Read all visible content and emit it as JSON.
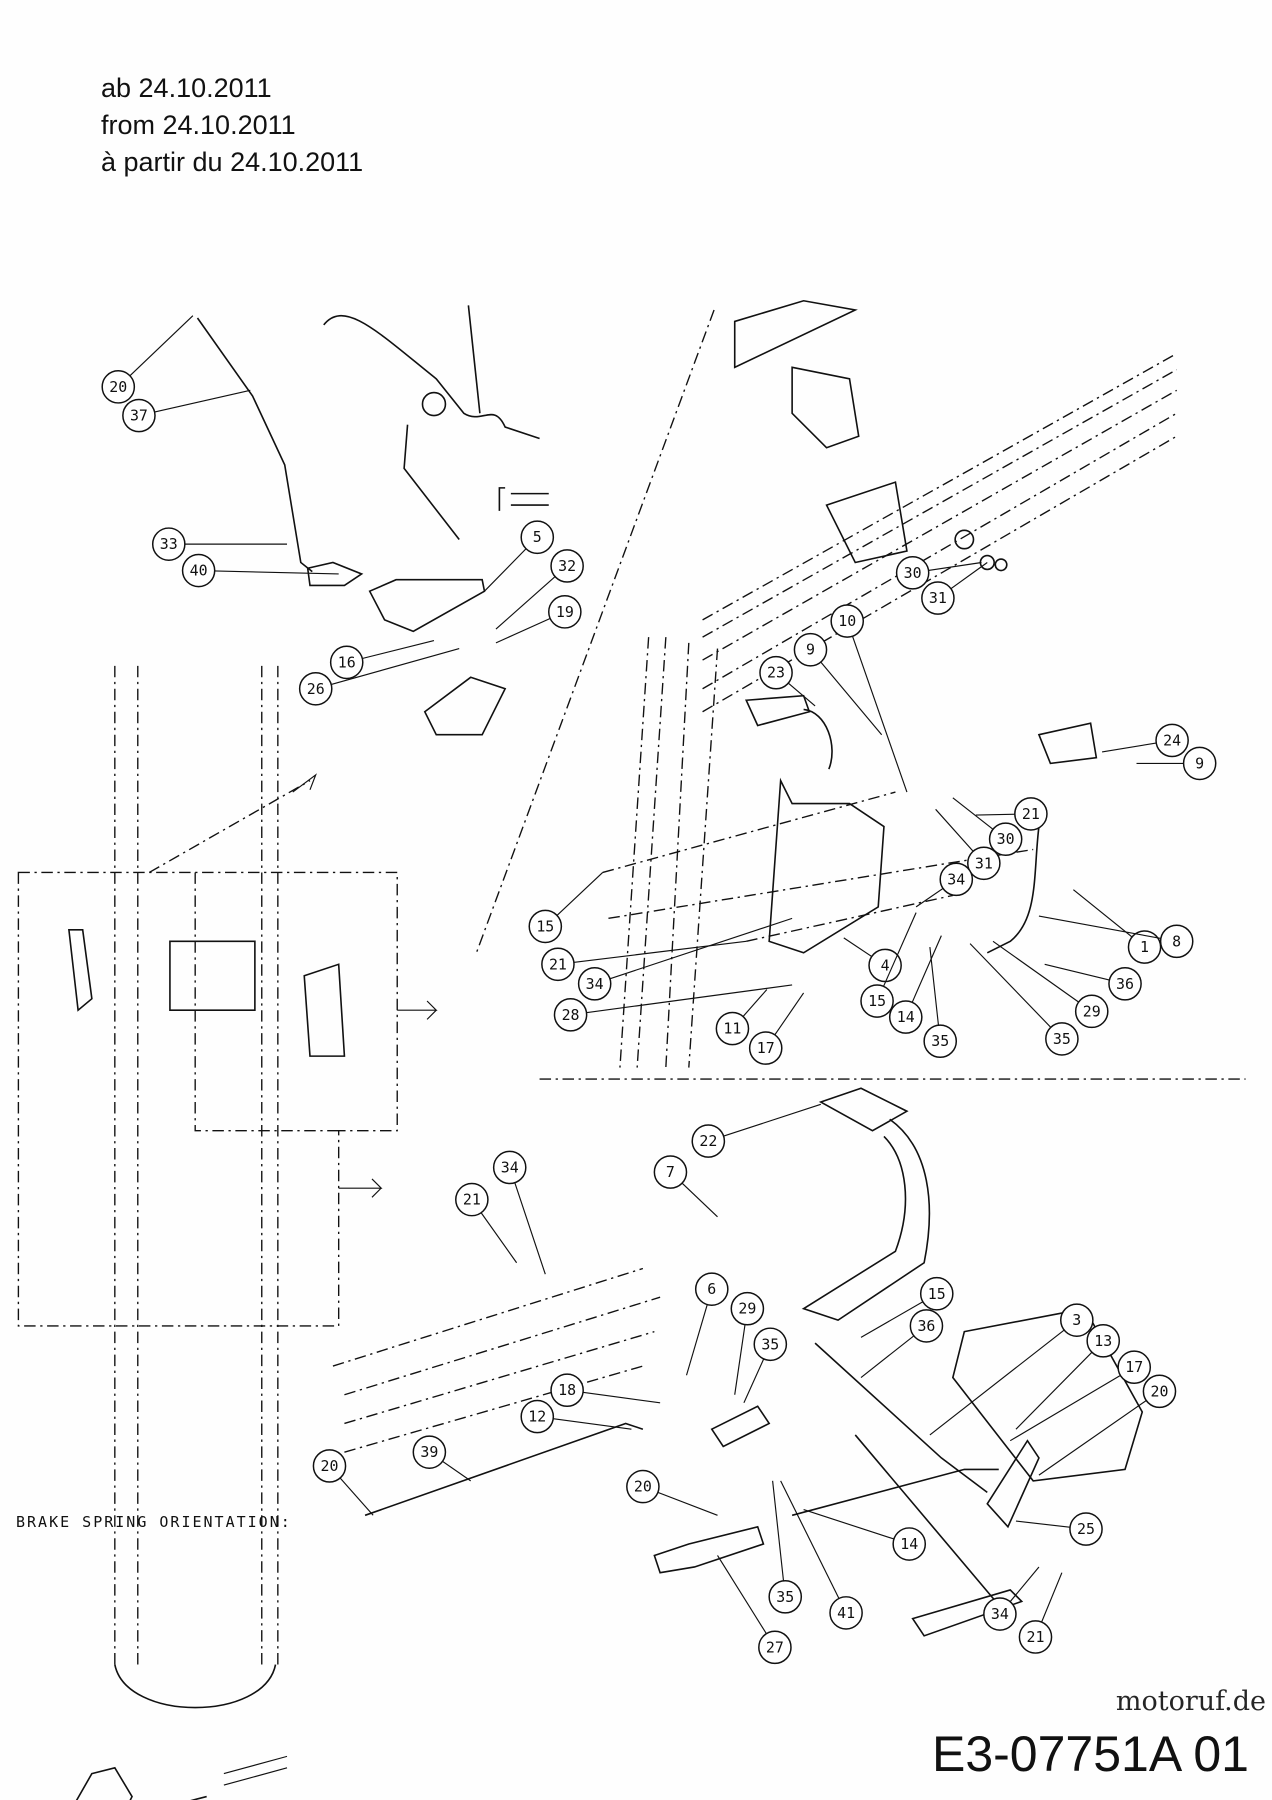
{
  "header": {
    "line1": "ab 24.10.2011",
    "line2": "from 24.10.2011",
    "line3": "à partir du 24.10.2011"
  },
  "brake_spring_label": "BRAKE SPRING ORIENTATION:",
  "drawing_code": "E3-07751A 01",
  "watermark": "motoruf.de",
  "callouts": [
    "20",
    "37",
    "33",
    "40",
    "5",
    "32",
    "19",
    "16",
    "26",
    "30",
    "31",
    "10",
    "9",
    "23",
    "24",
    "9",
    "21",
    "30",
    "31",
    "34",
    "1",
    "8",
    "15",
    "21",
    "34",
    "28",
    "4",
    "36",
    "15",
    "14",
    "29",
    "35",
    "35",
    "11",
    "17",
    "22",
    "7",
    "34",
    "21",
    "6",
    "29",
    "35",
    "15",
    "36",
    "3",
    "13",
    "17",
    "20",
    "18",
    "12",
    "39",
    "20",
    "20",
    "14",
    "25",
    "35",
    "41",
    "27",
    "34",
    "21"
  ]
}
